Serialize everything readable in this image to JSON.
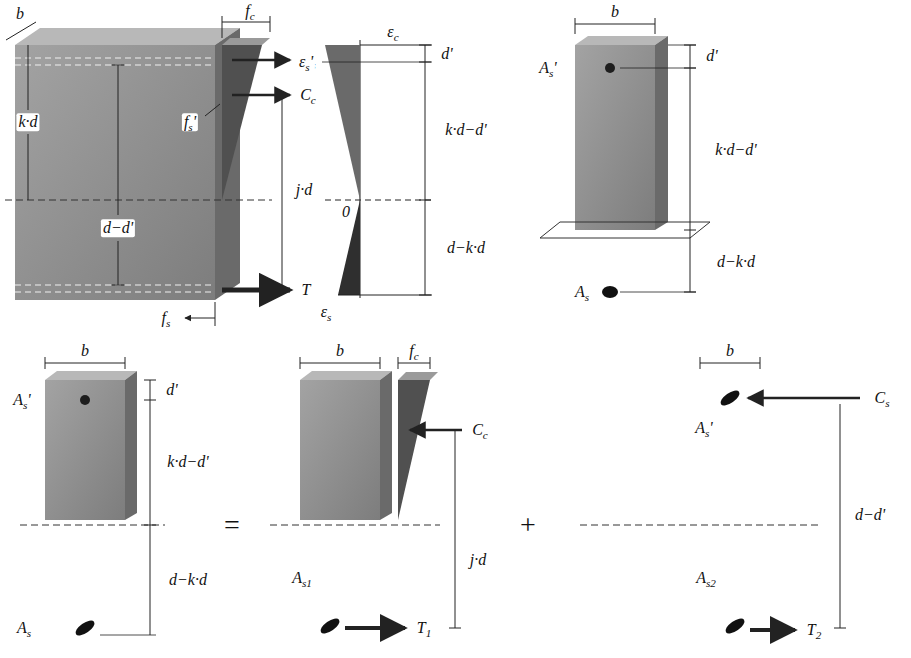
{
  "diagram": {
    "labels": [
      "b",
      "fc",
      "Cs",
      "fs'",
      "Cc",
      "k·d",
      "j·d",
      "d−d'",
      "fs",
      "T",
      "εc",
      "εs'",
      "d'",
      "k·d−d'",
      "0",
      "d−k·d",
      "εs",
      "b",
      "As'",
      "d'",
      "k·d−d'",
      "d−k·d",
      "As",
      "b",
      "As'",
      "d'",
      "k·d−d'",
      "d−k·d",
      "As",
      "=",
      "b",
      "fc",
      "Cc",
      "j·d",
      "As1",
      "T1",
      "+",
      "b",
      "Cs",
      "As'",
      "d−d'",
      "As2",
      "T2"
    ]
  }
}
